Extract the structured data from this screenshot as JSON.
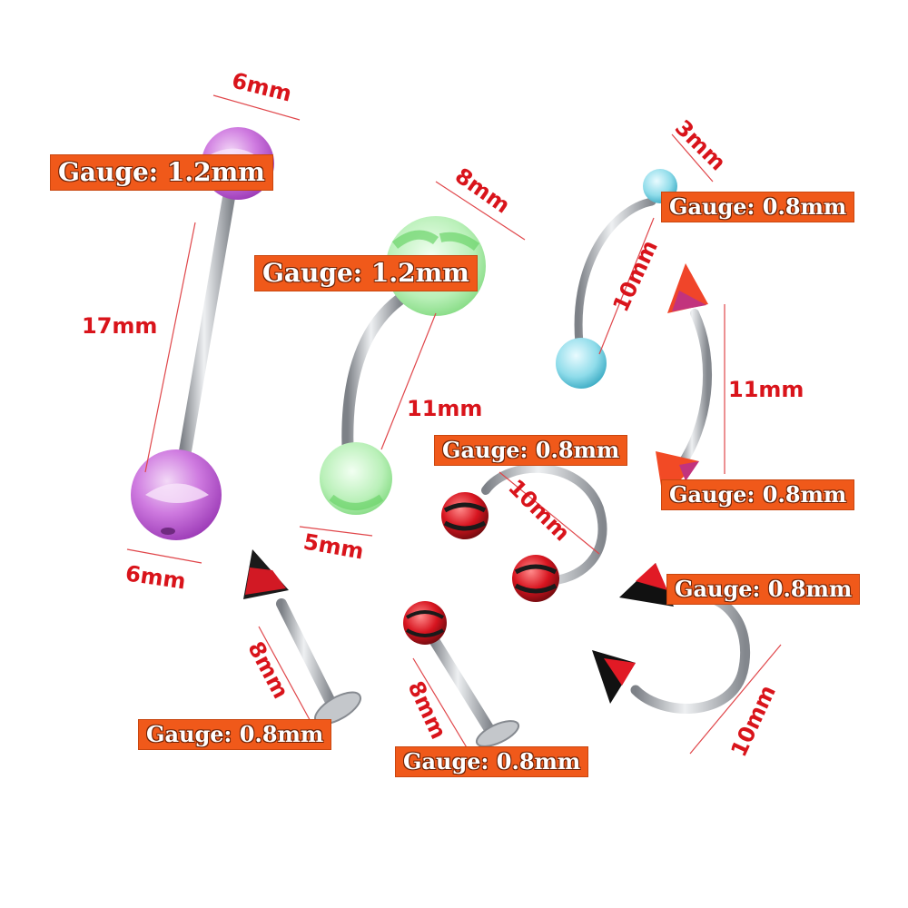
{
  "colors": {
    "label_bg": "#f0591a",
    "dimension_text": "#d9141b",
    "steel": "#b9bcc0"
  },
  "labels": {
    "gauge_barbell": "Gauge: 1.2mm",
    "gauge_belly": "Gauge: 1.2mm",
    "gauge_eyebrow": "Gauge: 0.8mm",
    "gauge_spike_banana": "Gauge: 0.8mm",
    "gauge_circular": "Gauge: 0.8mm",
    "gauge_horseshoe": "Gauge: 0.8mm",
    "gauge_labret_spike": "Gauge: 0.8mm",
    "gauge_labret_ball": "Gauge: 0.8mm"
  },
  "dimensions": {
    "barbell_ball_top": "6mm",
    "barbell_length": "17mm",
    "barbell_ball_bottom": "6mm",
    "belly_ball_top": "8mm",
    "belly_length": "11mm",
    "belly_ball_bottom": "5mm",
    "eyebrow_ball": "3mm",
    "eyebrow_length": "10mm",
    "spike_banana_length": "11mm",
    "circular_diameter": "10mm",
    "horseshoe_diameter": "10mm",
    "labret_spike_length": "8mm",
    "labret_ball_length": "8mm"
  }
}
